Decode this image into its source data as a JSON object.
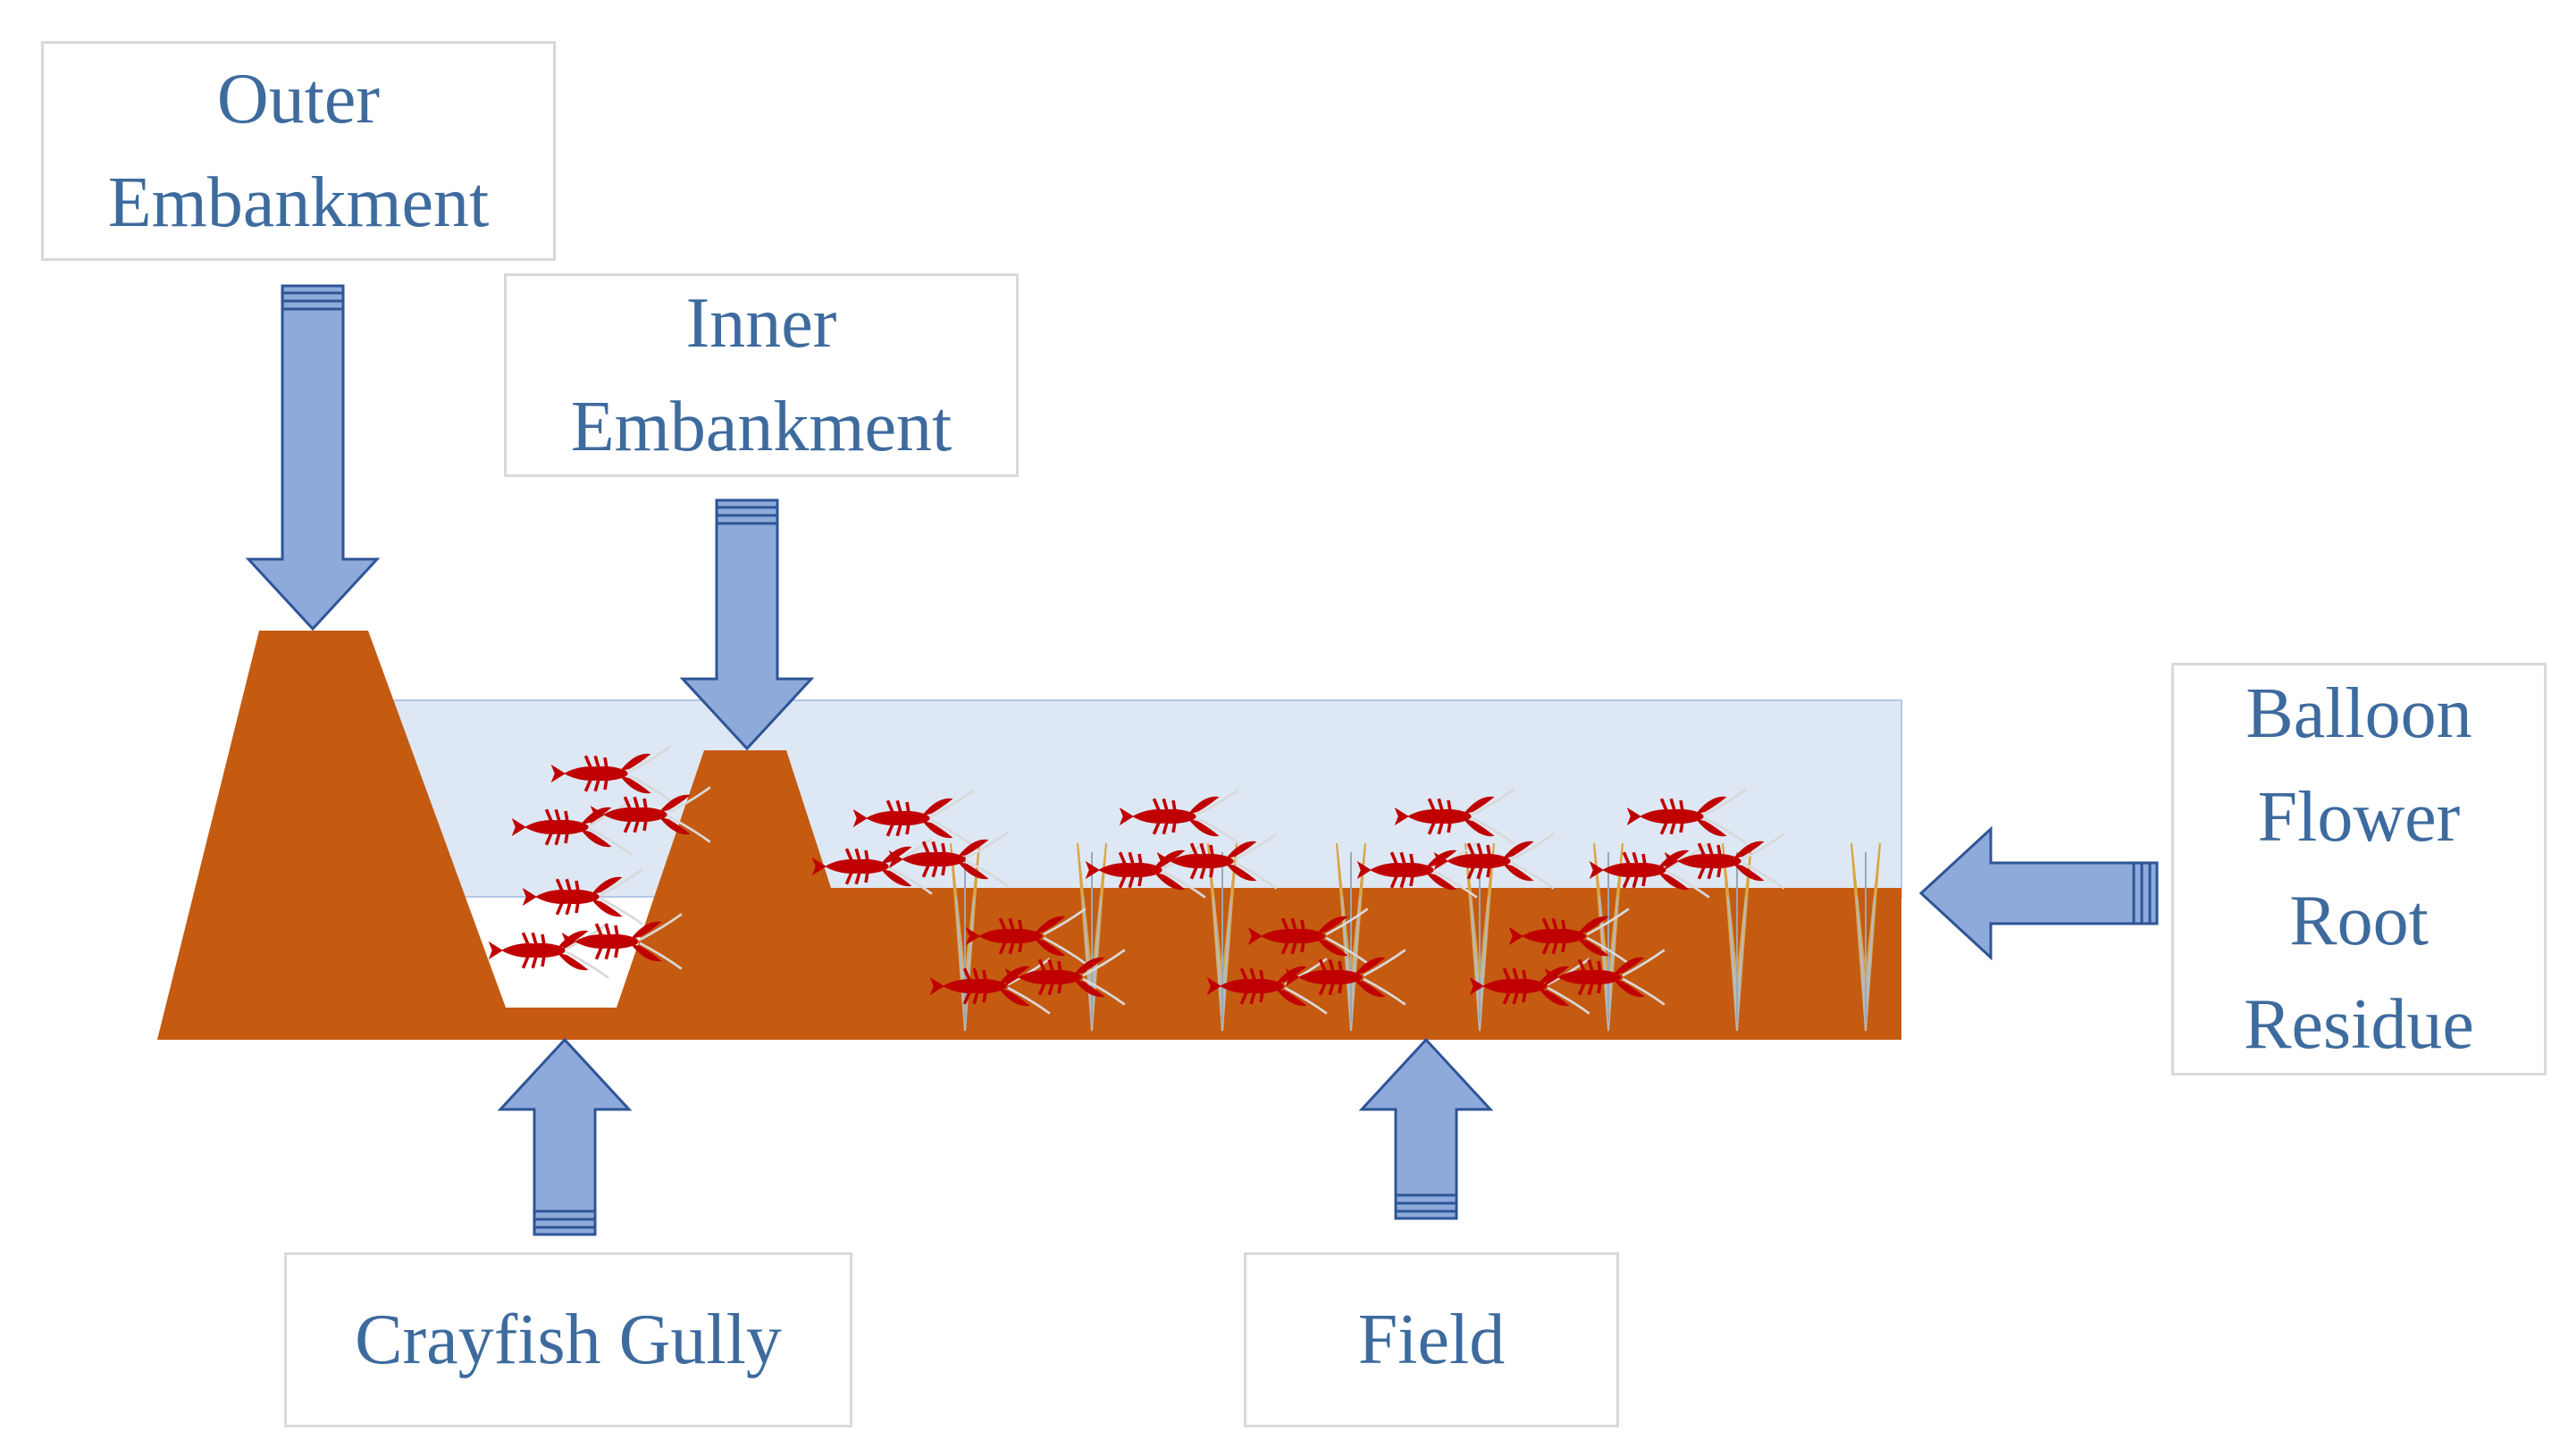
{
  "labels": {
    "outer_embankment": [
      "Outer",
      "Embankment"
    ],
    "inner_embankment": [
      "Inner",
      "Embankment"
    ],
    "crayfish_gully": [
      "Crayfish Gully"
    ],
    "field": [
      "Field"
    ],
    "residue": [
      "Balloon",
      "Flower",
      "Root",
      "Residue"
    ]
  },
  "colors": {
    "soil": "#c55a11",
    "water": "#dde8f4",
    "arrow_fill": "#8eaadb",
    "arrow_stroke": "#2f5597",
    "label_text": "#3e6b9e",
    "label_border": "#d9d9d9",
    "crayfish": "#c00000",
    "residue_plant": "#f2c46b"
  },
  "icons": {
    "organism": "crayfish-icon",
    "plant": "root-residue-icon",
    "pointer": "block-arrow"
  }
}
